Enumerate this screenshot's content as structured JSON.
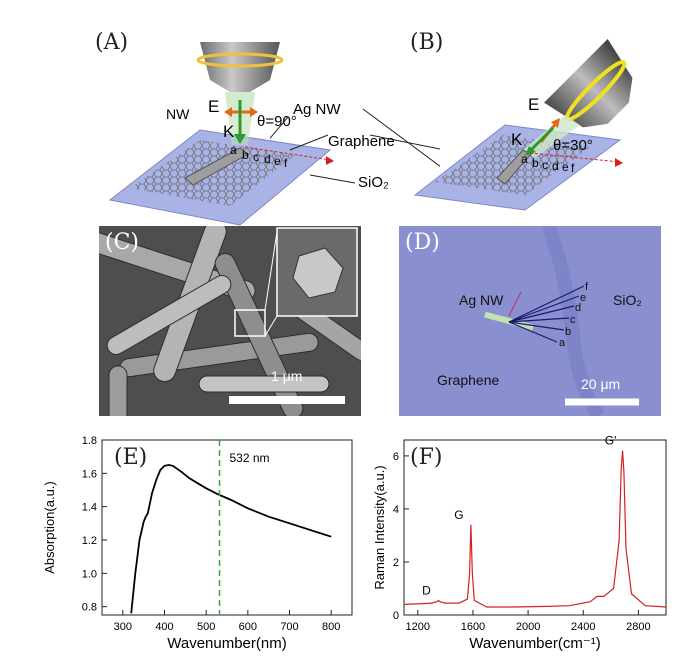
{
  "panels": {
    "a": {
      "letter": "(A)",
      "nw_label": "NW",
      "e_label": "E",
      "k_label": "K",
      "theta": "θ=90°",
      "points": [
        "a",
        "b",
        "c",
        "d",
        "e",
        "f"
      ]
    },
    "b": {
      "letter": "(B)",
      "e_label": "E",
      "k_label": "K",
      "theta": "θ=30°",
      "points": [
        "a",
        "b",
        "c",
        "d",
        "e",
        "f"
      ]
    },
    "c": {
      "letter": "(C)",
      "scale": "1 μm"
    },
    "d": {
      "letter": "(D)",
      "ag_nw": "Ag NW",
      "sio2": "SiO₂",
      "graphene": "Graphene",
      "scale": "20 μm",
      "points": [
        "a",
        "b",
        "c",
        "d",
        "e",
        "f"
      ]
    },
    "e": {
      "letter": "(E)"
    },
    "f": {
      "letter": "(F)"
    }
  },
  "callouts": {
    "ag_nw": "Ag NW",
    "graphene": "Graphene",
    "sio2": "SiO₂"
  },
  "chart_data": [
    {
      "type": "line",
      "panel": "E",
      "xlabel": "Wavenumber(nm)",
      "ylabel": "Absorption(a.u.)",
      "xlim": [
        250,
        850
      ],
      "ylim": [
        0.75,
        1.8
      ],
      "xticks": [
        300,
        400,
        500,
        600,
        700,
        800
      ],
      "yticks": [
        0.8,
        1.0,
        1.2,
        1.4,
        1.6,
        1.8
      ],
      "annotation": "532 nm",
      "marker_x": 532,
      "color": "#000000",
      "x": [
        320,
        330,
        340,
        350,
        355,
        360,
        365,
        370,
        380,
        390,
        400,
        410,
        420,
        440,
        460,
        480,
        500,
        532,
        560,
        600,
        650,
        700,
        750,
        800
      ],
      "y": [
        0.76,
        1.0,
        1.2,
        1.31,
        1.34,
        1.36,
        1.42,
        1.48,
        1.56,
        1.62,
        1.645,
        1.65,
        1.645,
        1.61,
        1.57,
        1.54,
        1.51,
        1.47,
        1.44,
        1.39,
        1.34,
        1.3,
        1.26,
        1.22
      ]
    },
    {
      "type": "line",
      "panel": "F",
      "xlabel": "Wavenumber(cm⁻¹)",
      "ylabel": "Raman Intensity(a.u.)",
      "xlim": [
        1100,
        3000
      ],
      "ylim": [
        0,
        6.6
      ],
      "xticks": [
        1200,
        1600,
        2000,
        2400,
        2800
      ],
      "yticks": [
        0,
        2,
        4,
        6
      ],
      "color": "#d62020",
      "peaks": [
        {
          "label": "D",
          "x": 1350,
          "y": 0.55
        },
        {
          "label": "G",
          "x": 1585,
          "y": 3.4
        },
        {
          "label": "G'",
          "x": 2685,
          "y": 6.2
        }
      ],
      "x": [
        1100,
        1200,
        1300,
        1340,
        1350,
        1360,
        1400,
        1500,
        1560,
        1575,
        1585,
        1595,
        1610,
        1700,
        1900,
        2100,
        2300,
        2450,
        2500,
        2550,
        2620,
        2660,
        2675,
        2685,
        2695,
        2710,
        2750,
        2850,
        3000
      ],
      "y": [
        0.4,
        0.42,
        0.45,
        0.5,
        0.55,
        0.5,
        0.45,
        0.45,
        0.6,
        1.5,
        3.4,
        1.6,
        0.55,
        0.3,
        0.3,
        0.32,
        0.35,
        0.5,
        0.7,
        0.7,
        1.0,
        2.8,
        5.5,
        6.2,
        5.4,
        2.5,
        0.8,
        0.35,
        0.3
      ]
    }
  ]
}
